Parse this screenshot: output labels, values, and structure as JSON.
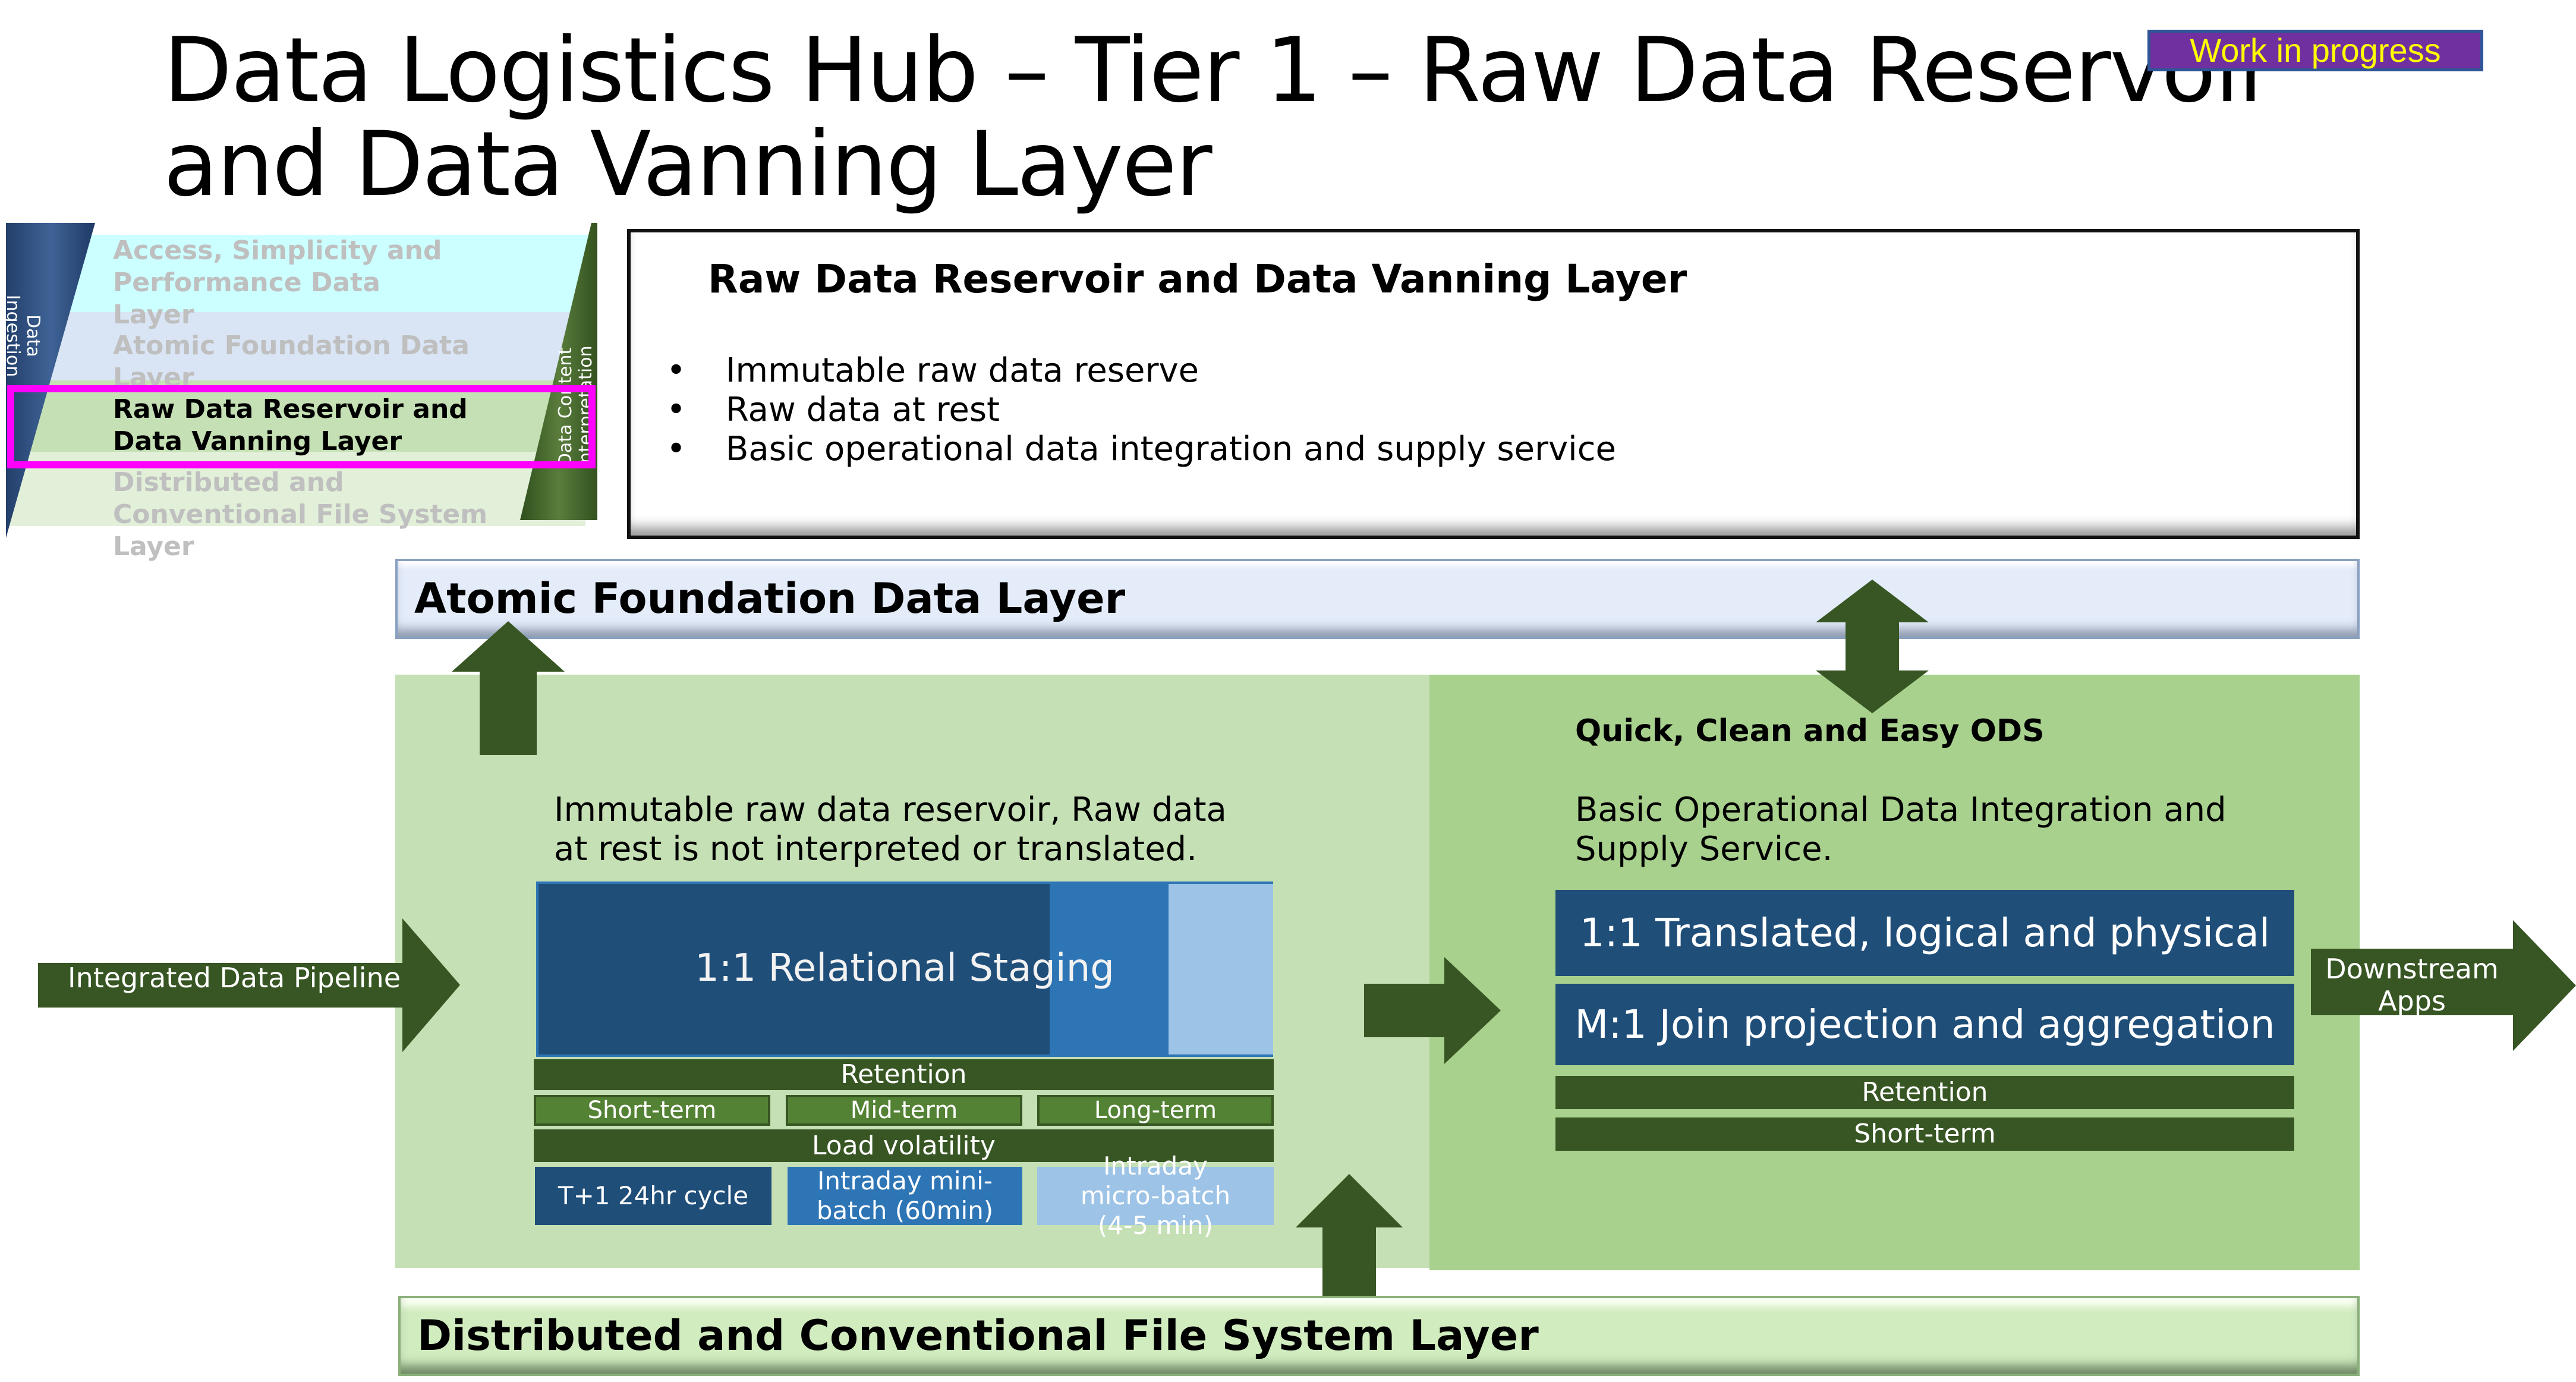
{
  "slide": {
    "title": "Data Logistics Hub – Tier 1 – Raw Data Reservoir and Data Vanning Layer",
    "status_badge": "Work in progress"
  },
  "layer_stack": {
    "left_band_label": "Data Ingestion",
    "right_band_label": "Data Content Interpretation",
    "layers": [
      {
        "label": "Access, Simplicity and Performance Data Layer",
        "active": false
      },
      {
        "label": "Atomic Foundation Data Layer",
        "active": false
      },
      {
        "label": "Raw Data Reservoir and Data Vanning Layer",
        "active": true
      },
      {
        "label": "Distributed and Conventional File System Layer",
        "active": false
      }
    ]
  },
  "description": {
    "title": "Raw Data Reservoir and Data Vanning Layer",
    "bullets": [
      "Immutable raw data reserve",
      "Raw data at rest",
      "Basic operational data integration and supply service"
    ],
    "bullet_glyph": "•"
  },
  "layers": {
    "top": "Atomic Foundation Data Layer",
    "bottom": "Distributed and Conventional File System Layer"
  },
  "reservoir": {
    "description": "Immutable raw data reservoir, Raw data at rest is not interpreted or translated.",
    "staging_label": "1:1 Relational Staging",
    "retention_label": "Retention",
    "retention_terms": [
      "Short-term",
      "Mid-term",
      "Long-term"
    ],
    "volatility_label": "Load volatility",
    "volatility_options": [
      "T+1 24hr cycle",
      "Intraday mini-batch (60min)",
      "Intraday micro-batch (4-5 min)"
    ]
  },
  "ods": {
    "title": "Quick, Clean and Easy ODS",
    "description": "Basic Operational Data Integration and Supply Service.",
    "blocks": [
      "1:1 Translated, logical and physical",
      "M:1 Join projection and aggregation"
    ],
    "retention_label": "Retention",
    "retention_term": "Short-term"
  },
  "flows": {
    "inbound": "Integrated Data Pipeline",
    "outbound": "Downstream Apps"
  },
  "colors": {
    "dark_green": "#375623",
    "mid_green": "#548235",
    "navy": "#1f4e79",
    "blue": "#2e75b6",
    "light_blue": "#9dc3e6",
    "highlight": "#ff00ff",
    "badge_bg": "#7030a0",
    "badge_text": "#ffff00"
  }
}
